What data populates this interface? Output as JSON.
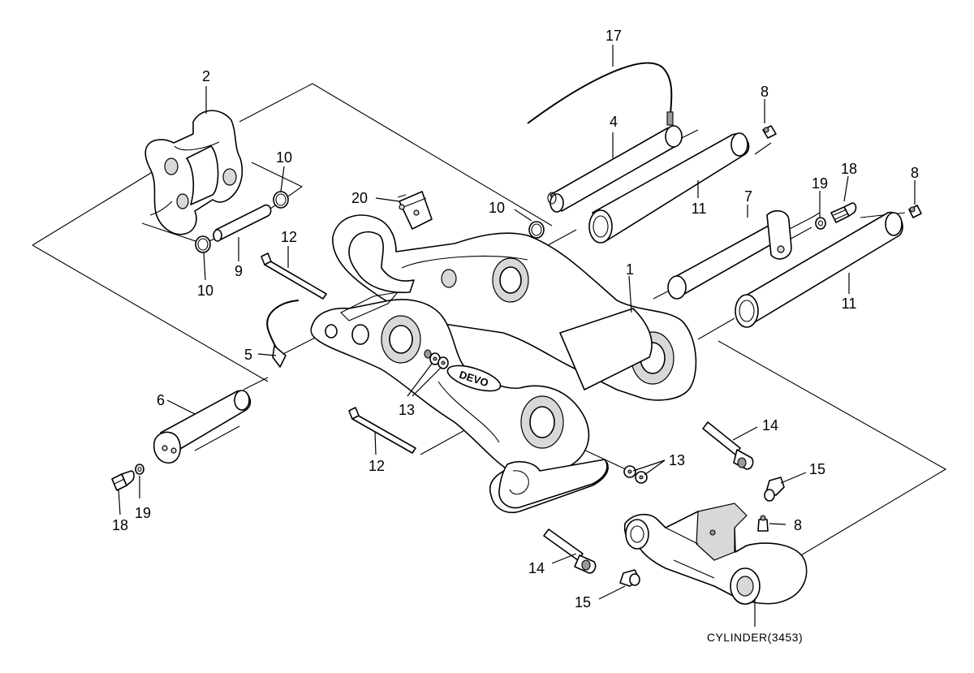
{
  "diagram": {
    "caption": "CYLINDER(3453)",
    "logo_text": "DEVO",
    "callouts": {
      "c1": "1",
      "c2": "2",
      "c4": "4",
      "c5": "5",
      "c6": "6",
      "c7": "7",
      "c8a": "8",
      "c8b": "8",
      "c8c": "8",
      "c9": "9",
      "c10a": "10",
      "c10b": "10",
      "c10c": "10",
      "c11a": "11",
      "c11b": "11",
      "c12a": "12",
      "c12b": "12",
      "c13a": "13",
      "c13b": "13",
      "c14a": "14",
      "c14b": "14",
      "c15a": "15",
      "c15b": "15",
      "c17": "17",
      "c18a": "18",
      "c18b": "18",
      "c19a": "19",
      "c19b": "19",
      "c20": "20"
    }
  }
}
